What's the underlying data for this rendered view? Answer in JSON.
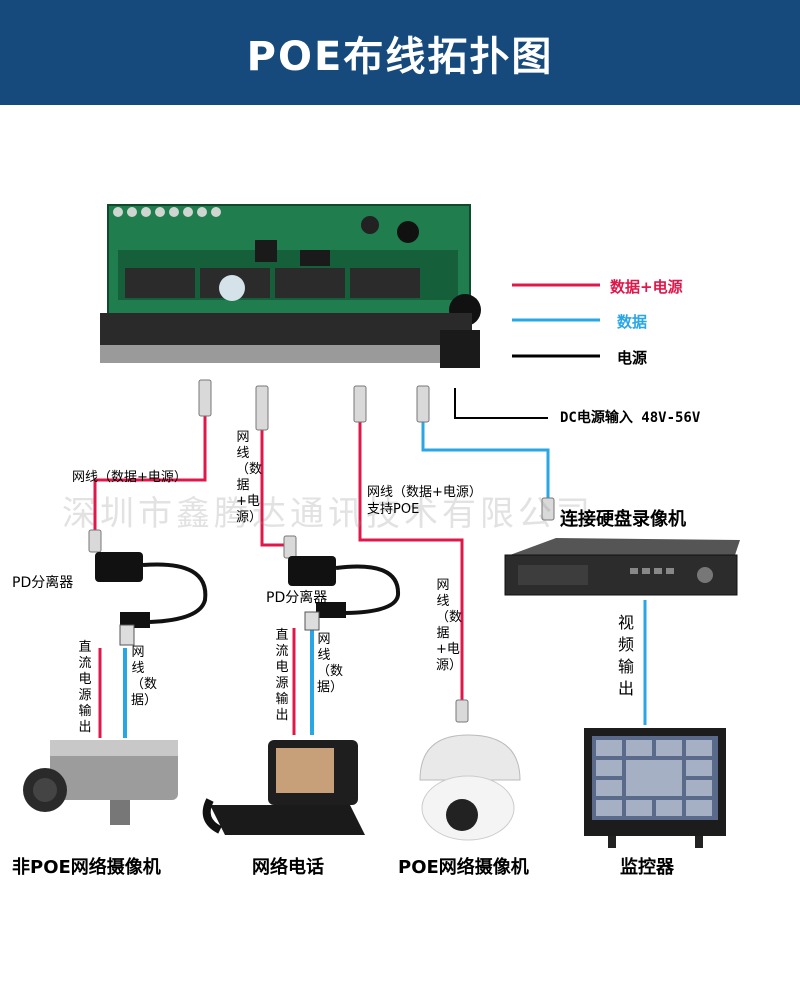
{
  "header": {
    "title": "POE布线拓扑图"
  },
  "legend": [
    {
      "label": "数据+电源",
      "color": "#e0174a"
    },
    {
      "label": "数据",
      "color": "#29a6e6"
    },
    {
      "label": "电源",
      "color": "#000000"
    }
  ],
  "dc_input": "DC电源输入 48V-56V",
  "cable_labels": {
    "left": "网线（数据+电源）",
    "second_vertical": "网线（数据+电源）",
    "third_line1": "网线（数据+电源）",
    "third_line2": "支持POE",
    "dome_vertical": "网线（数据+电源）",
    "cam1_power": "直流电源输出",
    "cam1_data": "网线（数据）",
    "phone_power": "直流电源输出",
    "phone_data": "网线（数据）",
    "video_out": "视频输出"
  },
  "splitters": [
    "PD分离器",
    "PD分离器"
  ],
  "nvr_label": "连接硬盘录像机",
  "devices": [
    "非POE网络摄像机",
    "网络电话",
    "POE网络摄像机",
    "监控器"
  ],
  "watermark": "深圳市鑫腾达通讯技术有限公司"
}
